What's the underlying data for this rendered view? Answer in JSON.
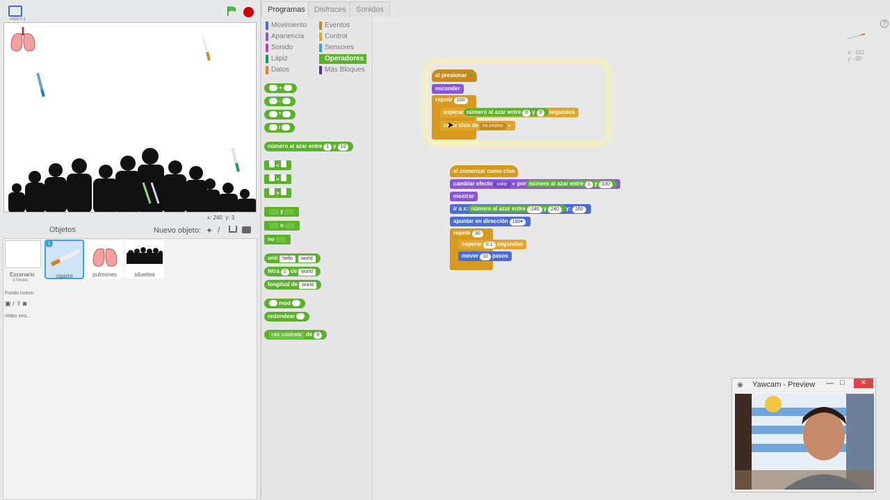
{
  "stage": {
    "version": "v456.0.1",
    "coords": {
      "x_label": "x:",
      "x_value": "240",
      "y_label": "y:",
      "y_value": "3"
    }
  },
  "sprites": {
    "objects_label": "Objetos",
    "new_object_label": "Nuevo objeto:",
    "stage_item": {
      "label": "Escenario",
      "sub": "3 fondos"
    },
    "new_backdrop_label": "Fondo nuevo:",
    "video_label": "Video eno...",
    "items": [
      {
        "name": "cigarro"
      },
      {
        "name": "pulmones"
      },
      {
        "name": "siluettes"
      }
    ]
  },
  "tabs": [
    "Programas",
    "Disfraces",
    "Sonidos"
  ],
  "categories_left": [
    {
      "label": "Movimiento",
      "color": "#4a6cd4"
    },
    {
      "label": "Apariencia",
      "color": "#8a55d6"
    },
    {
      "label": "Sonido",
      "color": "#bb42c3"
    },
    {
      "label": "Lápiz",
      "color": "#0e9a6c"
    },
    {
      "label": "Datos",
      "color": "#ee7d16"
    }
  ],
  "categories_right": [
    {
      "label": "Eventos",
      "color": "#c88b1b"
    },
    {
      "label": "Control",
      "color": "#e1a91a"
    },
    {
      "label": "Sensores",
      "color": "#2ca5e2"
    },
    {
      "label": "Operadores",
      "color": "#59b22a",
      "active": true
    },
    {
      "label": "Más Bloques",
      "color": "#632d99"
    }
  ],
  "palette": {
    "ops": [
      "+",
      "-",
      "*",
      "/"
    ],
    "random": {
      "label": "número al azar entre",
      "a": "1",
      "and": "y",
      "b": "10"
    },
    "compare": [
      "<",
      "=",
      ">"
    ],
    "logic": [
      "y",
      "o",
      "no"
    ],
    "join": {
      "label": "unir",
      "a": "hello",
      "b": "world"
    },
    "letter": {
      "label": "letra",
      "a": "1",
      "of": "de",
      "b": "world"
    },
    "length": {
      "label": "longitud de",
      "a": "world"
    },
    "mod": {
      "label": "mod"
    },
    "round": {
      "label": "redondear"
    },
    "sqrt": {
      "label": "raíz cuadrada",
      "of": "de",
      "a": "9"
    }
  },
  "script1": {
    "hat": "al presionar",
    "hide": "esconder",
    "repeat": "repetir",
    "repeat_n": "100",
    "wait": "esperar",
    "random": "número al azar entre",
    "r1": "0",
    "y": "y",
    "r2": "3",
    "secs": "segundos",
    "clone": "crear clon de",
    "clone_target": "mi mismo"
  },
  "script2": {
    "hat": "al comenzar como clon",
    "effect": "cambiar efecto",
    "effect_name": "color",
    "por": "por",
    "random": "número al azar entre",
    "e1": "1",
    "y": "y",
    "e2": "100",
    "show": "mostrar",
    "goto": "ir a x:",
    "g1": "-240",
    "g2": "240",
    "gy": "y:",
    "gy_val": "160",
    "point": "apuntar en dirección",
    "dir": "180",
    "repeat": "repetir",
    "repeat_n": "30",
    "wait": "esperar",
    "wait_n": "0.1",
    "secs": "segundos",
    "move": "mover",
    "move_n": "10",
    "steps": "pasos"
  },
  "script_coords": {
    "x": "x: -161",
    "y": "y: -30"
  },
  "yawcam": {
    "title": "Yawcam - Preview"
  }
}
